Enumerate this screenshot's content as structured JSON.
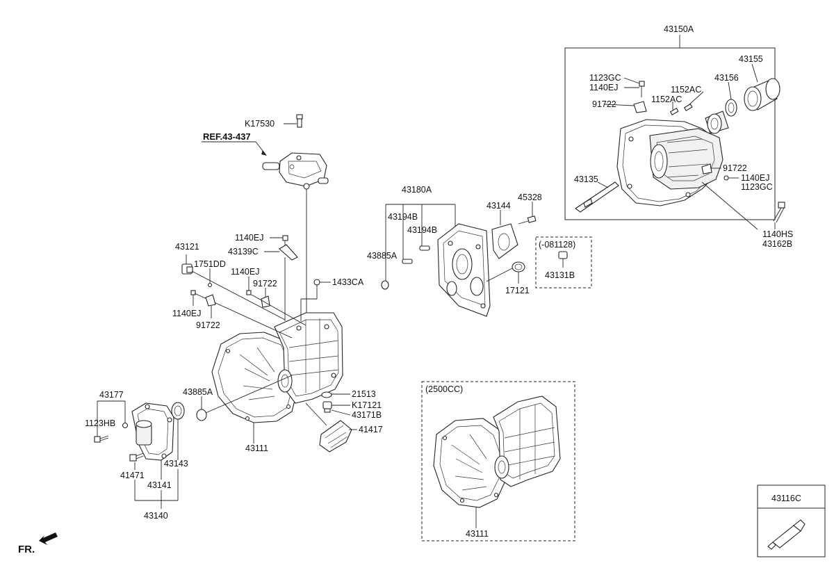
{
  "labels": {
    "l43150A": "43150A",
    "l43155": "43155",
    "l1123GC_a": "1123GC",
    "l1140EJ_a": "1140EJ",
    "l1152AC_a": "1152AC",
    "l43156": "43156",
    "l1152AC_b": "1152AC",
    "l91722_a": "91722",
    "l91722_b": "91722",
    "l1140EJ_b": "1140EJ",
    "l1123GC_b": "1123GC",
    "l43135": "43135",
    "l1140HS": "1140HS",
    "l43162B": "43162B",
    "lK17530": "K17530",
    "lREF": "REF.43-437",
    "l43180A": "43180A",
    "l43194B_a": "43194B",
    "l43194B_b": "43194B",
    "l43885A_a": "43885A",
    "l43144": "43144",
    "l45328": "45328",
    "l081128": "(-081128)",
    "l43131B": "43131B",
    "l17121": "17121",
    "l43121": "43121",
    "l1140EJ_c": "1140EJ",
    "l43139C": "43139C",
    "l1751DD": "1751DD",
    "l1140EJ_d": "1140EJ",
    "l91722_c": "91722",
    "l1433CA": "1433CA",
    "l1140EJ_e": "1140EJ",
    "l91722_d": "91722",
    "l43885A_b": "43885A",
    "l21513": "21513",
    "lK17121": "K17121",
    "l43171B": "43171B",
    "l41417": "41417",
    "l43111_a": "43111",
    "l43177": "43177",
    "l1123HB": "1123HB",
    "l43143": "43143",
    "l41471": "41471",
    "l43141": "43141",
    "l43140": "43140",
    "l2500CC": "(2500CC)",
    "l43111_b": "43111",
    "l43116C": "43116C",
    "lFR": "FR."
  }
}
